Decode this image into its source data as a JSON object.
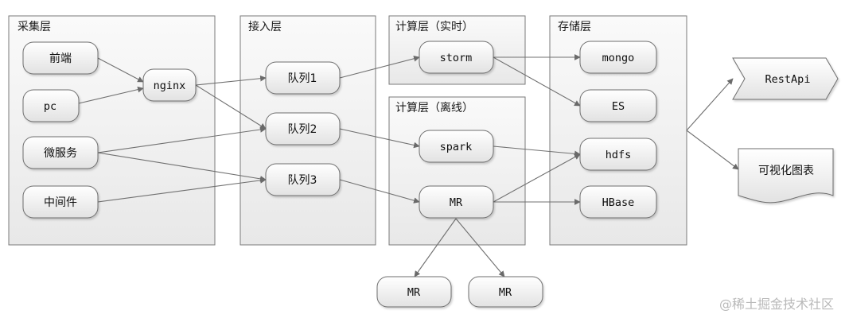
{
  "groups": {
    "collect": {
      "title": "采集层"
    },
    "access": {
      "title": "接入层"
    },
    "compute_rt": {
      "title": "计算层（实时）"
    },
    "compute_offline": {
      "title": "计算层（离线）"
    },
    "storage": {
      "title": "存储层"
    }
  },
  "nodes": {
    "frontend": "前端",
    "pc": "pc",
    "microservice": "微服务",
    "middleware": "中间件",
    "nginx": "nginx",
    "queue1": "队列1",
    "queue2": "队列2",
    "queue3": "队列3",
    "storm": "storm",
    "spark": "spark",
    "mr": "MR",
    "mr_child1": "MR",
    "mr_child2": "MR",
    "mongo": "mongo",
    "es": "ES",
    "hdfs": "hdfs",
    "hbase": "HBase"
  },
  "outputs": {
    "restapi": "RestApi",
    "viz": "可视化图表"
  },
  "watermark": "@稀土掘金技术社区",
  "colors": {
    "group_fill_top": "#f9f9f9",
    "group_fill_bottom": "#e9e9e9",
    "node_fill_top": "#ffffff",
    "node_fill_bottom": "#e3e3e3",
    "stroke": "#707070"
  }
}
